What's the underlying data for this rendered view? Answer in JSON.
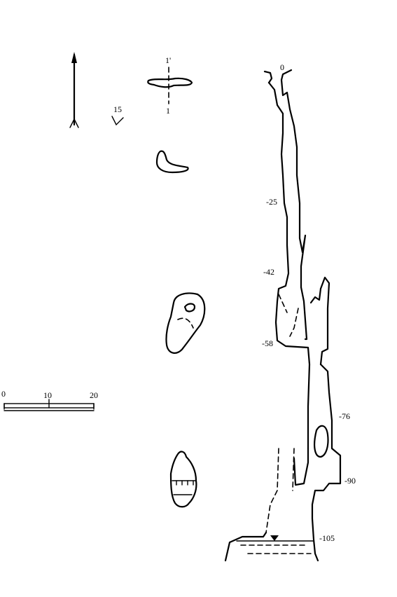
{
  "diagram": {
    "depth_labels": {
      "d0": "0",
      "d25": "-25",
      "d42": "-42",
      "d58": "-58",
      "d76": "-76",
      "d90": "-90",
      "d105": "-105"
    },
    "section_labels": {
      "top": "1'",
      "bottom": "1"
    },
    "slope_label": "15",
    "scale": {
      "zero": "0",
      "ten": "10",
      "twenty": "20"
    },
    "colors": {
      "ink": "#000000",
      "background": "#ffffff"
    }
  }
}
